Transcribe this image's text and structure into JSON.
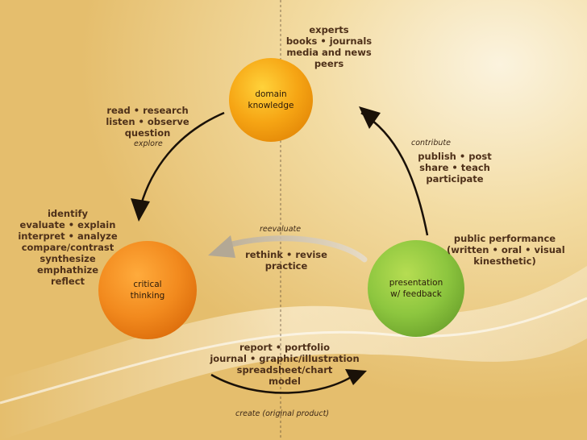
{
  "nodes": {
    "domain": {
      "lines": [
        "domain",
        "knowledge"
      ]
    },
    "critical": {
      "lines": [
        "critical",
        "thinking"
      ]
    },
    "presentation": {
      "lines": [
        "presentation",
        "w/ feedback"
      ]
    }
  },
  "labels": {
    "sources": [
      "experts",
      "books • journals",
      "media and news",
      "peers"
    ],
    "read": [
      "read • research",
      "listen • observe",
      "question"
    ],
    "identify": [
      "identify",
      "evaluate • explain",
      "interpret • analyze",
      "compare/contrast",
      "synthesize",
      "emphathize",
      "reflect"
    ],
    "publish": [
      "publish • post",
      "share • teach",
      "participate"
    ],
    "performance": [
      "public performance",
      "(written • oral • visual",
      "kinesthetic)"
    ],
    "rethink": [
      "rethink • revise",
      "practice"
    ],
    "report": [
      "report • portfolio",
      "journal • graphic/illustration",
      "spreadsheet/chart",
      "model"
    ]
  },
  "arrow_labels": {
    "explore": "explore",
    "contribute": "contribute",
    "reevaluate": "reevaluate",
    "create": "create (original product)"
  },
  "colors": {
    "domain": "#f6a514",
    "critical": "#f28a1e",
    "presentation": "#8dc63f",
    "text": "#4e3019"
  }
}
